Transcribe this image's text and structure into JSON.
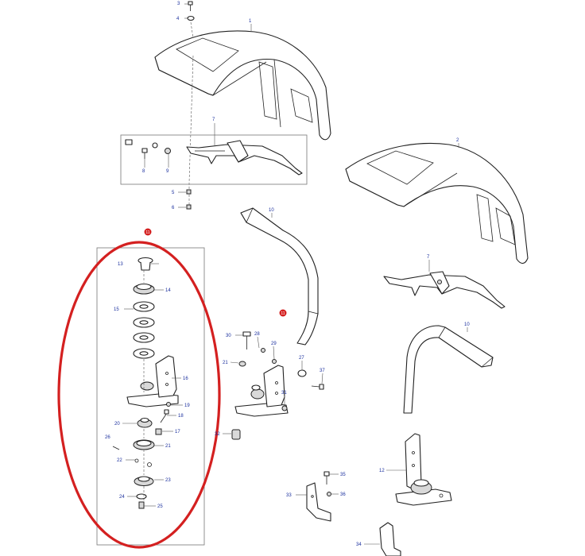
{
  "diagram": {
    "callouts": [
      "1",
      "2",
      "3",
      "4",
      "5",
      "6",
      "7",
      "8",
      "9",
      "10",
      "11",
      "12",
      "13",
      "14",
      "15",
      "16",
      "17",
      "18",
      "19",
      "20",
      "21",
      "22",
      "23",
      "24",
      "25",
      "26",
      "27",
      "28",
      "29",
      "30",
      "31",
      "32",
      "33",
      "34",
      "35",
      "36",
      "37"
    ],
    "highlight_badge": "11",
    "highlight_badge_2": "11",
    "colors": {
      "callout": "#1a2f9e",
      "highlight": "#d42020",
      "line": "#222222"
    }
  }
}
